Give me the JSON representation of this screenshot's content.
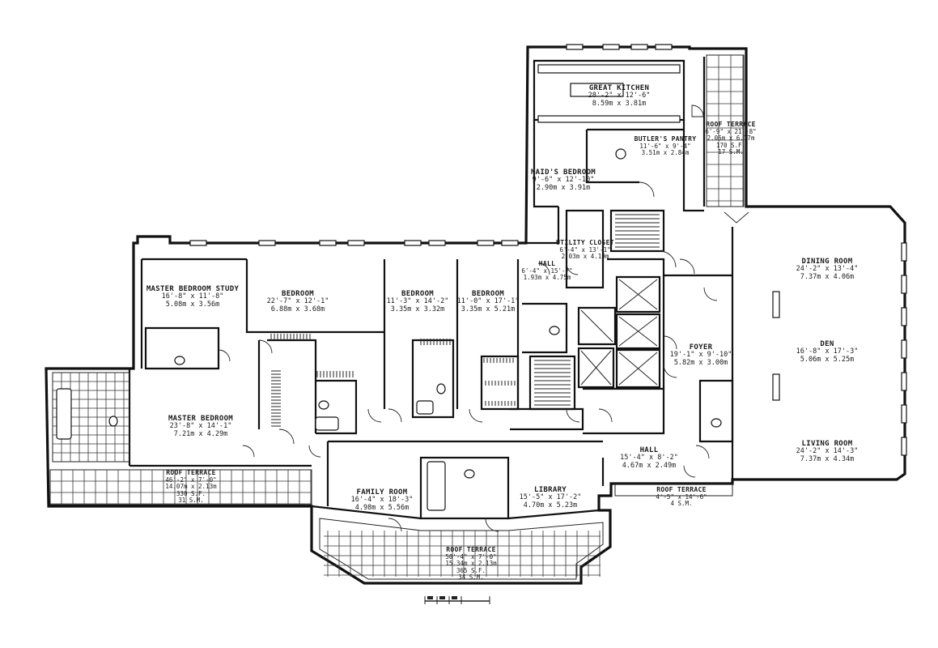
{
  "plan": {
    "rooms": [
      {
        "id": "great-kitchen",
        "name": "GREAT KITCHEN",
        "dims": [
          "28'-2\" x 12'-6\"",
          "8.59m x 3.81m"
        ]
      },
      {
        "id": "butlers-pantry",
        "name": "BUTLER'S PANTRY",
        "dims": [
          "11'-6\" x 9'-4\"",
          "3.51m x 2.84m"
        ]
      },
      {
        "id": "roof-terrace-ne",
        "name": "ROOF TERRACE",
        "dims": [
          "6'-9\" x 21'-8\"",
          "2.06m x 6.17m",
          "170 S.F.",
          "17 S.M."
        ]
      },
      {
        "id": "maids-bedroom",
        "name": "MAID'S BEDROOM",
        "dims": [
          "9'-6\" x 12'-10\"",
          "2.90m x 3.91m"
        ]
      },
      {
        "id": "utility-closet",
        "name": "UTILITY CLOSET",
        "dims": [
          "6'-4\" x 13'-1\"",
          "2.03m x 4.19m"
        ]
      },
      {
        "id": "hall-north",
        "name": "HALL",
        "dims": [
          "6'-4\" x 15'-7\"",
          "1.93m x 4.75m"
        ]
      },
      {
        "id": "dining-room",
        "name": "DINING ROOM",
        "dims": [
          "24'-2\" x 13'-4\"",
          "7.37m x 4.06m"
        ]
      },
      {
        "id": "den",
        "name": "DEN",
        "dims": [
          "16'-8\" x 17'-3\"",
          "5.06m x 5.25m"
        ]
      },
      {
        "id": "living-room",
        "name": "LIVING ROOM",
        "dims": [
          "24'-2\" x 14'-3\"",
          "7.37m x 4.34m"
        ]
      },
      {
        "id": "foyer",
        "name": "FOYER",
        "dims": [
          "19'-1\" x 9'-10\"",
          "5.82m x 3.00m"
        ]
      },
      {
        "id": "master-bedroom-study",
        "name": "MASTER BEDROOM STUDY",
        "dims": [
          "16'-8\" x 11'-8\"",
          "5.08m x 3.56m"
        ]
      },
      {
        "id": "bedroom-1",
        "name": "BEDROOM",
        "dims": [
          "22'-7\" x 12'-1\"",
          "6.88m x 3.68m"
        ]
      },
      {
        "id": "bedroom-2",
        "name": "BEDROOM",
        "dims": [
          "11'-3\" x 14'-2\"",
          "3.35m x 3.32m"
        ]
      },
      {
        "id": "bedroom-3",
        "name": "BEDROOM",
        "dims": [
          "11'-0\" x 17'-1\"",
          "3.35m x 5.21m"
        ]
      },
      {
        "id": "master-bedroom",
        "name": "MASTER BEDROOM",
        "dims": [
          "23'-8\" x 14'-1\"",
          "7.21m x 4.29m"
        ]
      },
      {
        "id": "roof-terrace-west",
        "name": "ROOF TERRACE",
        "dims": [
          "46'-2\" x 7'-0\"",
          "14.07m x 2.13m",
          "330 S.F.",
          "31 S.M."
        ]
      },
      {
        "id": "family-room",
        "name": "FAMILY ROOM",
        "dims": [
          "16'-4\" x 18'-3\"",
          "4.98m x 5.56m"
        ]
      },
      {
        "id": "library",
        "name": "LIBRARY",
        "dims": [
          "15'-5\" x 17'-2\"",
          "4.70m x 5.23m"
        ]
      },
      {
        "id": "hall-south",
        "name": "HALL",
        "dims": [
          "15'-4\" x 8'-2\"",
          "4.67m x 2.49m"
        ]
      },
      {
        "id": "roof-terrace-east",
        "name": "ROOF TERRACE",
        "dims": [
          "4'-5\" x 14'-6\"",
          "4 S.M."
        ]
      },
      {
        "id": "roof-terrace-south",
        "name": "ROOF TERRACE",
        "dims": [
          "50'-4\" x 7'-0\"",
          "15.34m x 2.13m",
          "365 S.F.",
          "34 S.M."
        ]
      }
    ],
    "scale_bar_ticks": 5
  }
}
